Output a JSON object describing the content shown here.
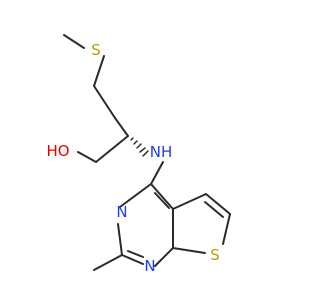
{
  "molecule": {
    "atoms": {
      "sulfur_top": "S",
      "hydroxyl": "HO",
      "amine": "NH",
      "nitrogen_upper": "N",
      "nitrogen_lower": "N",
      "sulfur_ring": "S"
    },
    "colors": {
      "bond": "#2b2b2b",
      "sulfur": "#b8a000",
      "oxygen": "#e60000",
      "nitrogen": "#1f3df0"
    }
  }
}
